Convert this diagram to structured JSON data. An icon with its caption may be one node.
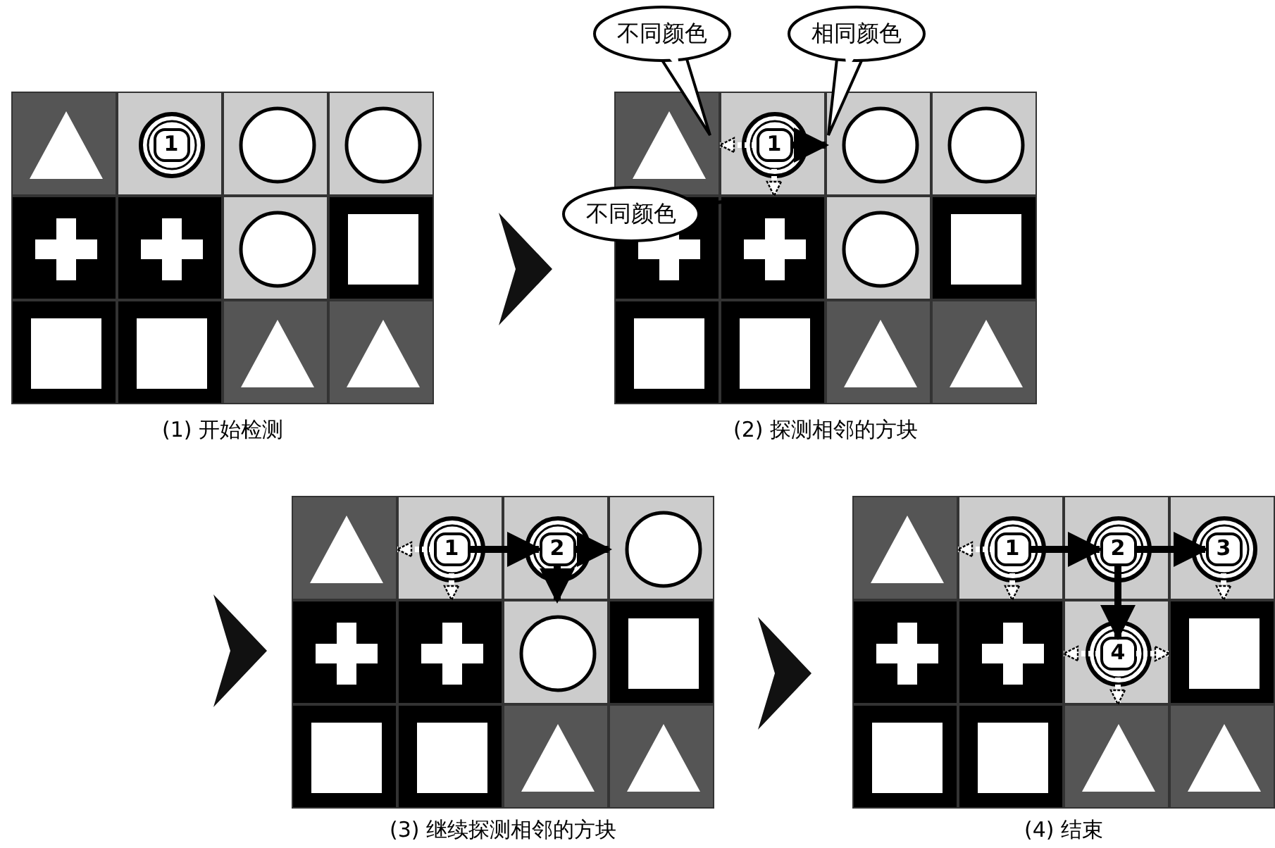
{
  "diagram": {
    "nodes": [
      {
        "text": [],
        "shape": "box",
        "beside": [
          "(1) 开始检测"
        ]
      },
      {
        "text": [],
        "shape": "box",
        "in": 0
      },
      {
        "text": [],
        "shape": "box",
        "in": 0
      },
      {
        "text": [
          "1"
        ],
        "in": 2
      },
      {
        "text": [],
        "shape": "box",
        "in": 0
      },
      {
        "text": [],
        "shape": "box",
        "in": 0
      },
      {
        "text": [],
        "shape": "box",
        "in": 0
      },
      {
        "text": [],
        "shape": "box",
        "in": 0
      },
      {
        "text": [],
        "shape": "box",
        "in": 0
      },
      {
        "text": [],
        "shape": "box",
        "in": 0
      },
      {
        "text": [],
        "shape": "box",
        "in": 0
      },
      {
        "text": [],
        "shape": "box",
        "in": 0
      },
      {
        "text": [],
        "shape": "box",
        "in": 0
      },
      {
        "text": [],
        "shape": "box",
        "in": 0
      },
      {
        "text": [],
        "shape": "box",
        "beside": [
          "(2) 探测相邻的方块"
        ]
      },
      {
        "text": [],
        "shape": "box",
        "in": 14
      },
      {
        "text": [],
        "shape": "box",
        "in": 14
      },
      {
        "text": [
          "1"
        ],
        "in": 16
      },
      {
        "text": [],
        "shape": "box",
        "in": 14
      },
      {
        "text": [],
        "shape": "box",
        "in": 14
      },
      {
        "text": [],
        "shape": "box",
        "in": 14
      },
      {
        "text": [],
        "shape": "box",
        "in": 14
      },
      {
        "text": [],
        "shape": "box",
        "in": 14
      },
      {
        "text": [],
        "shape": "box",
        "in": 14
      },
      {
        "text": [],
        "shape": "box",
        "in": 14
      },
      {
        "text": [],
        "shape": "box",
        "in": 14
      },
      {
        "text": [],
        "shape": "box",
        "in": 14
      },
      {
        "text": [],
        "shape": "box",
        "in": 14
      },
      {
        "text": [
          "不同颜色"
        ]
      },
      {
        "text": [
          "相同颜色"
        ]
      },
      {
        "text": [
          "不同颜色"
        ]
      },
      {
        "text": [],
        "shape": "box",
        "beside": [
          "(3) 继续探测相邻的方块"
        ]
      },
      {
        "text": [],
        "shape": "box",
        "in": 31
      },
      {
        "text": [],
        "shape": "box",
        "in": 31
      },
      {
        "text": [
          "1"
        ],
        "in": 33
      },
      {
        "text": [],
        "shape": "box",
        "in": 31
      },
      {
        "text": [
          "2"
        ],
        "in": 35
      },
      {
        "text": [],
        "shape": "box",
        "in": 31
      },
      {
        "text": [],
        "shape": "box",
        "in": 31
      },
      {
        "text": [],
        "shape": "box",
        "in": 31
      },
      {
        "text": [],
        "shape": "box",
        "in": 31
      },
      {
        "text": [],
        "shape": "box",
        "in": 31
      },
      {
        "text": [],
        "shape": "box",
        "in": 31
      },
      {
        "text": [],
        "shape": "box",
        "in": 31
      },
      {
        "text": [],
        "shape": "box",
        "in": 31
      },
      {
        "text": [],
        "shape": "box",
        "in": 31
      },
      {
        "text": [],
        "shape": "box",
        "beside": [
          "(4) 结束"
        ]
      },
      {
        "text": [],
        "shape": "box",
        "in": 46
      },
      {
        "text": [],
        "shape": "box",
        "in": 46
      },
      {
        "text": [
          "1"
        ],
        "in": 48
      },
      {
        "text": [],
        "shape": "box",
        "in": 46
      },
      {
        "text": [
          "2"
        ],
        "in": 50
      },
      {
        "text": [],
        "shape": "box",
        "in": 46
      },
      {
        "text": [
          "3"
        ],
        "in": 52
      },
      {
        "text": [],
        "shape": "box",
        "in": 46
      },
      {
        "text": [],
        "shape": "box",
        "in": 46
      },
      {
        "text": [],
        "shape": "box",
        "in": 46
      },
      {
        "text": [
          "4"
        ],
        "in": 56
      },
      {
        "text": [],
        "shape": "box",
        "in": 46
      },
      {
        "text": [],
        "shape": "box",
        "in": 46
      },
      {
        "text": [],
        "shape": "box",
        "in": 46
      },
      {
        "text": [],
        "shape": "box",
        "in": 46
      },
      {
        "text": [],
        "shape": "box",
        "in": 46
      }
    ],
    "edges": [
      {
        "from": 0,
        "to": 14,
        "arrow": "to"
      },
      {
        "from": null,
        "to": 31,
        "arrow": "to"
      },
      {
        "from": 31,
        "to": 46,
        "arrow": "to"
      },
      {
        "from": 17,
        "to": 15,
        "arrow": "to",
        "style": "dashed"
      },
      {
        "from": 17,
        "to": 18,
        "arrow": "to",
        "color": "#000000"
      },
      {
        "from": 17,
        "to": 21,
        "arrow": "to",
        "style": "dashed"
      },
      {
        "from": 34,
        "to": 32,
        "arrow": "to",
        "style": "dashed"
      },
      {
        "from": 34,
        "to": 39,
        "arrow": "to",
        "style": "dashed"
      },
      {
        "from": 34,
        "to": 36,
        "arrow": "to",
        "color": "#000000"
      },
      {
        "from": 36,
        "to": 37,
        "arrow": "to",
        "color": "#000000"
      },
      {
        "from": 36,
        "to": 40,
        "arrow": "to",
        "color": "#000000"
      },
      {
        "from": 49,
        "to": 47,
        "arrow": "to",
        "style": "dashed"
      },
      {
        "from": 49,
        "to": 55,
        "arrow": "to",
        "style": "dashed"
      },
      {
        "from": 49,
        "to": 51,
        "arrow": "to",
        "color": "#000000"
      },
      {
        "from": 51,
        "to": 53,
        "arrow": "to",
        "color": "#000000"
      },
      {
        "from": 51,
        "to": 57,
        "arrow": "to",
        "color": "#000000"
      },
      {
        "from": 53,
        "to": 58,
        "arrow": "to",
        "style": "dashed"
      },
      {
        "from": 57,
        "to": 55,
        "arrow": "to",
        "style": "dashed"
      },
      {
        "from": 57,
        "to": 58,
        "arrow": "to",
        "style": "dashed"
      },
      {
        "from": 57,
        "to": 61,
        "arrow": "to",
        "style": "dashed"
      }
    ]
  }
}
